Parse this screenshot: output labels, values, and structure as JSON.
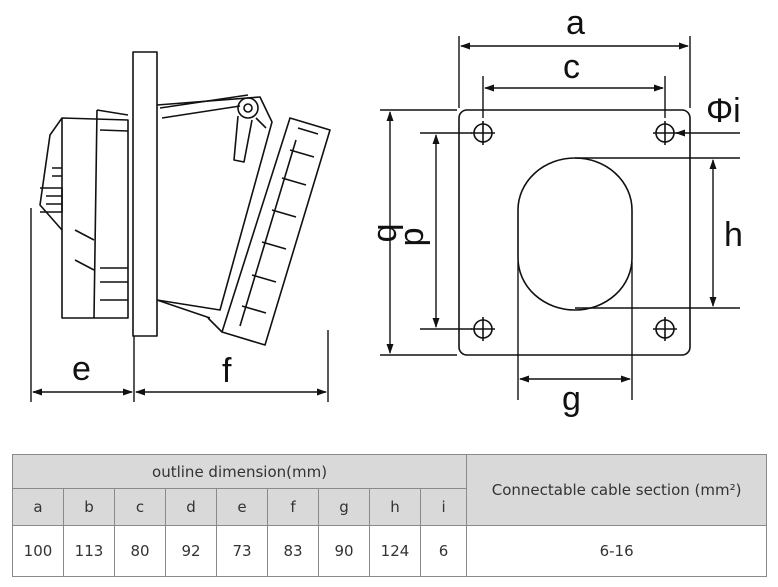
{
  "drawing": {
    "labels": {
      "a": "a",
      "b": "b",
      "c": "c",
      "d": "d",
      "e": "e",
      "f": "f",
      "g": "g",
      "h": "h",
      "phi_i": "Φi"
    }
  },
  "table": {
    "title": "outline dimension(mm)",
    "side_title": "Connectable cable section (mm²)",
    "columns": [
      "a",
      "b",
      "c",
      "d",
      "e",
      "f",
      "g",
      "h",
      "i"
    ],
    "values": [
      "100",
      "113",
      "80",
      "92",
      "73",
      "83",
      "90",
      "124",
      "6"
    ],
    "cable_section": "6-16"
  }
}
